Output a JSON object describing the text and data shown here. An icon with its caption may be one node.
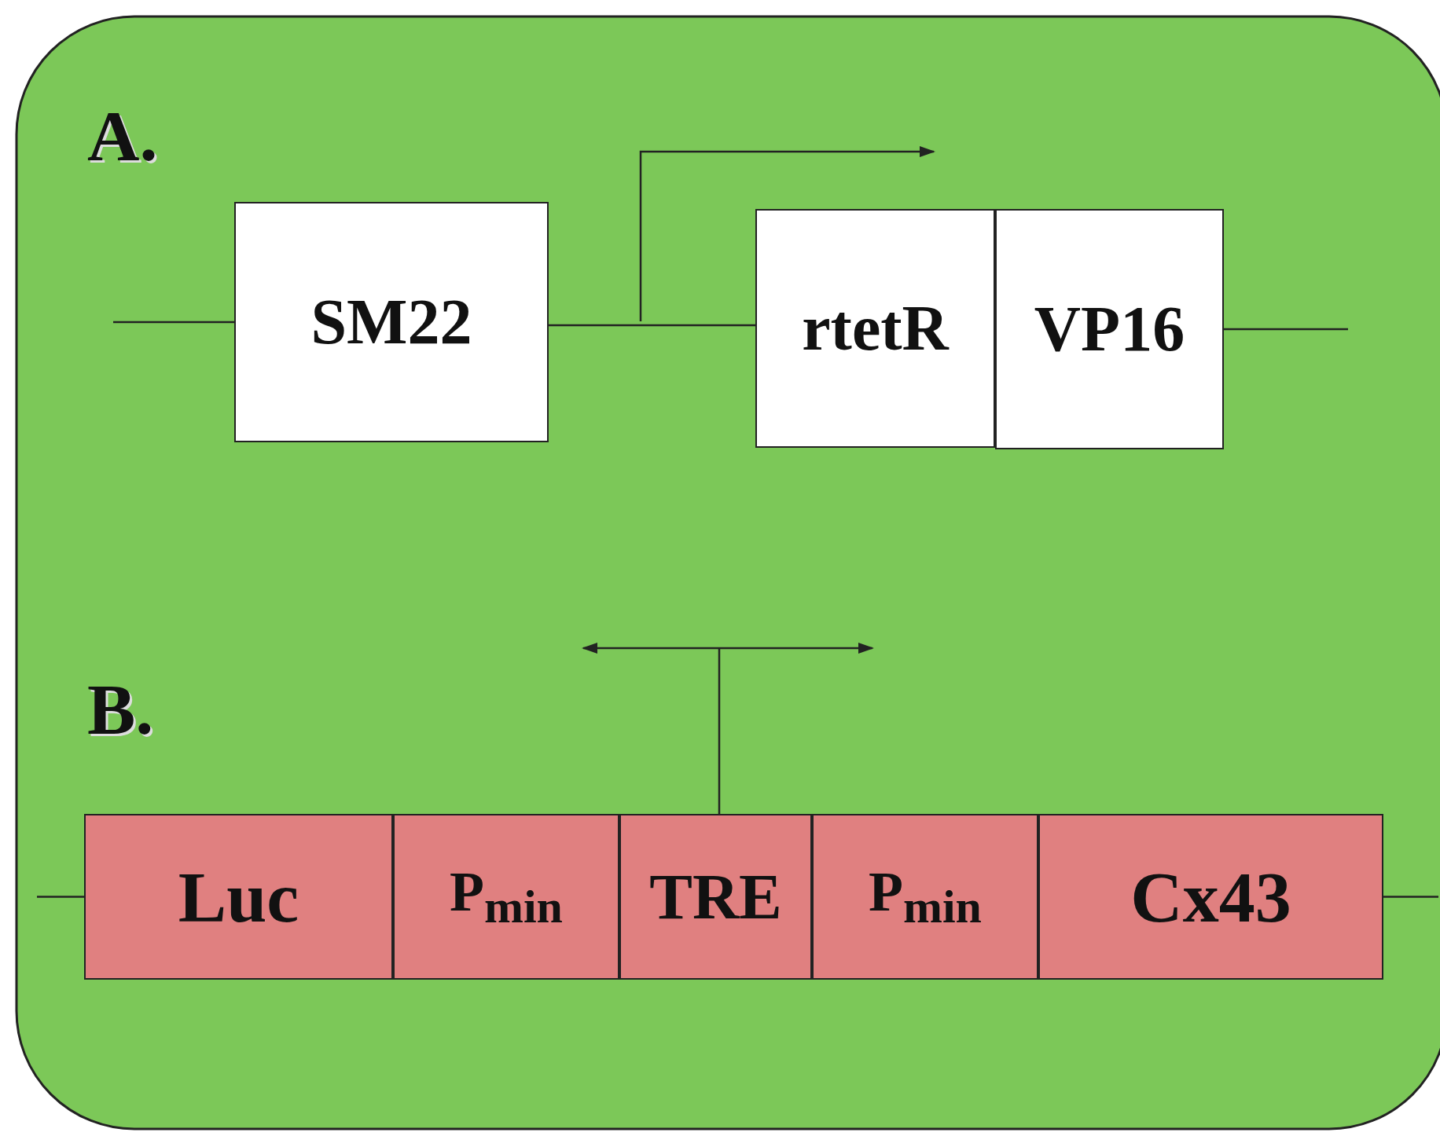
{
  "diagram": {
    "nodes": [
      {
        "text": [
          "SM22"
        ]
      },
      {
        "text": [
          "rtetR"
        ]
      },
      {
        "text": [
          "VP16"
        ]
      },
      {
        "text": [
          "Luc"
        ]
      },
      {
        "text": [
          "P$_{min}$"
        ]
      },
      {
        "text": [
          "TRE"
        ]
      },
      {
        "text": [
          "P$_{min}$"
        ]
      },
      {
        "text": [
          "Cx43"
        ]
      }
    ],
    "edges": [
      {
        "from": null,
        "to": 0,
        "arrow": "none"
      },
      {
        "from": 0,
        "to": 1,
        "arrow": "none"
      },
      {
        "from": 2,
        "to": null,
        "arrow": "none"
      },
      {
        "from": null,
        "to": 3,
        "arrow": "none"
      },
      {
        "from": 7,
        "to": null,
        "arrow": "none"
      }
    ],
    "labels": [
      "A.",
      "B."
    ]
  }
}
